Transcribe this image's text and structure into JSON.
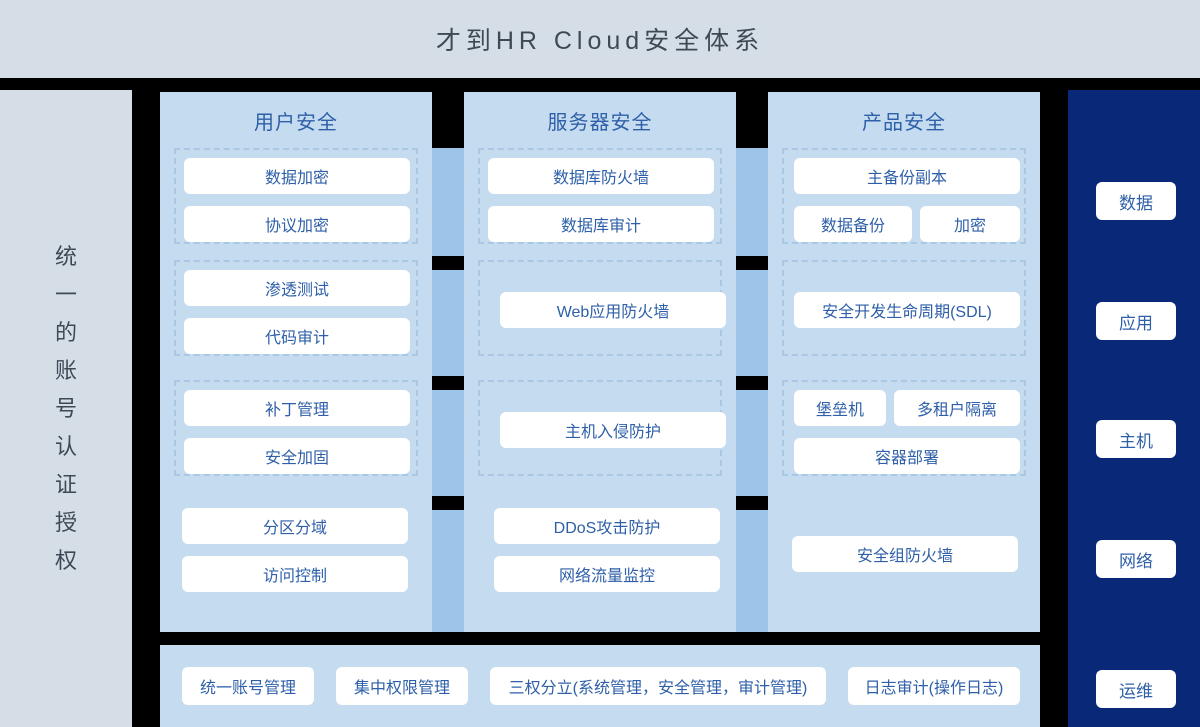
{
  "header": {
    "title": "才到HR Cloud安全体系"
  },
  "left_rail": {
    "label": "统一的账号认证授权"
  },
  "right_rail": {
    "background_color": "#0A2878",
    "items": [
      {
        "label": "数据"
      },
      {
        "label": "应用"
      },
      {
        "label": "主机"
      },
      {
        "label": "网络"
      },
      {
        "label": "运维"
      }
    ]
  },
  "columns": [
    {
      "title": "用户安全",
      "bands": [
        {
          "dashed": true,
          "cells": [
            {
              "label": "数据加密"
            },
            {
              "label": "协议加密"
            }
          ]
        },
        {
          "dashed": true,
          "cells": [
            {
              "label": "渗透测试"
            },
            {
              "label": "代码审计"
            }
          ]
        },
        {
          "dashed": true,
          "cells": [
            {
              "label": "补丁管理"
            },
            {
              "label": "安全加固"
            }
          ]
        },
        {
          "dashed": false,
          "cells": [
            {
              "label": "分区分域"
            },
            {
              "label": "访问控制"
            }
          ]
        }
      ]
    },
    {
      "title": "服务器安全",
      "bands": [
        {
          "dashed": true,
          "cells": [
            {
              "label": "数据库防火墙"
            },
            {
              "label": "数据库审计"
            }
          ]
        },
        {
          "dashed": true,
          "cells": [
            {
              "label": "Web应用防火墙"
            }
          ]
        },
        {
          "dashed": true,
          "cells": [
            {
              "label": "主机入侵防护"
            }
          ]
        },
        {
          "dashed": false,
          "cells": [
            {
              "label": "DDoS攻击防护"
            },
            {
              "label": "网络流量监控"
            }
          ]
        }
      ]
    },
    {
      "title": "产品安全",
      "bands": [
        {
          "dashed": true,
          "cells": [
            {
              "label": "主备份副本"
            },
            {
              "label": "数据备份"
            },
            {
              "label": "加密"
            }
          ]
        },
        {
          "dashed": true,
          "cells": [
            {
              "label": "安全开发生命周期(SDL)"
            }
          ]
        },
        {
          "dashed": true,
          "cells": [
            {
              "label": "堡垒机"
            },
            {
              "label": "多租户隔离"
            },
            {
              "label": "容器部署"
            }
          ]
        },
        {
          "dashed": false,
          "cells": [
            {
              "label": "安全组防火墙"
            }
          ]
        }
      ]
    }
  ],
  "bottom_bar": {
    "items": [
      {
        "label": "统一账号管理"
      },
      {
        "label": "集中权限管理"
      },
      {
        "label": "三权分立(系统管理，安全管理，审计管理)"
      },
      {
        "label": "日志审计(操作日志)"
      }
    ]
  },
  "colors": {
    "header_bg": "#D5DEE7",
    "panel_bg": "#C5DCF0",
    "connector": "#9CC5E9",
    "accent_text": "#2E5FA8",
    "navy": "#0A2878",
    "dashed_border": "#A8C8E4",
    "gap": "#000000"
  }
}
